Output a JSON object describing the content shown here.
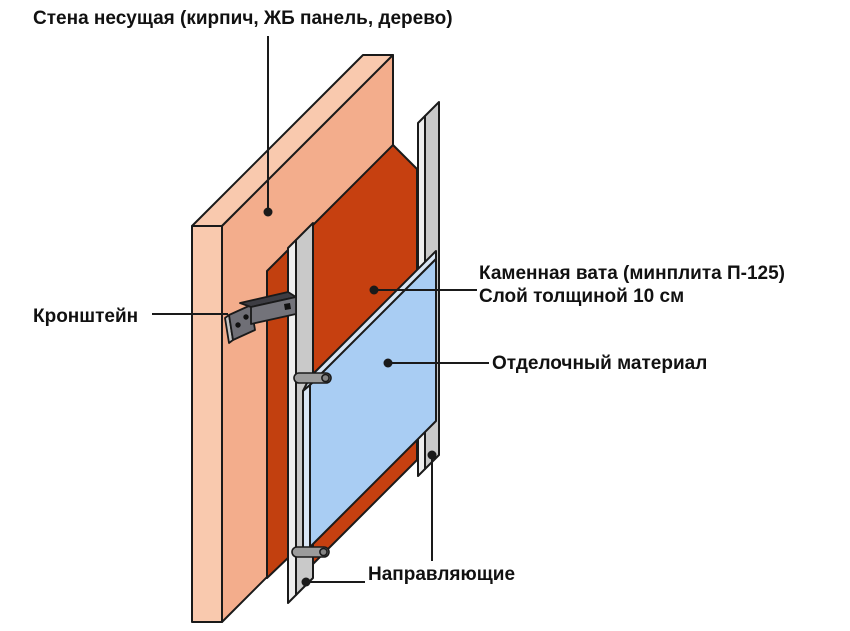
{
  "labels": {
    "wall": {
      "text": "Стена несущая (кирпич, ЖБ панель, дерево)"
    },
    "bracket": {
      "text": "Кронштейн"
    },
    "insulation": {
      "line1": "Каменная вата (минплита П-125)",
      "line2": "Слой толщиной 10 см"
    },
    "finish": {
      "text": "Отделочный материал"
    },
    "rails": {
      "text": "Направляющие"
    }
  },
  "colors": {
    "background": "#ffffff",
    "wall_end": "#f9c9ae",
    "wall_top": "#f9c9ae",
    "wall_face": "#f3ad8c",
    "insulation_edge": "#c2400f",
    "insulation_face": "#c64010",
    "rail_edge": "#eeeeee",
    "rail_face": "#c9c9c9",
    "panel_face": "#a9cdf3",
    "panel_edge": "#d9e6f5",
    "bracket_arm_face": "#73737a",
    "bracket_arm_top": "#3d3d43",
    "bracket_flange": "#6f6f76",
    "bracket_flange_edge": "#c4c4c4",
    "bracket_hole": "#111111",
    "pin": "#9b9b9b",
    "pin_cap": "#848484",
    "outline": "#1a1a1a"
  }
}
